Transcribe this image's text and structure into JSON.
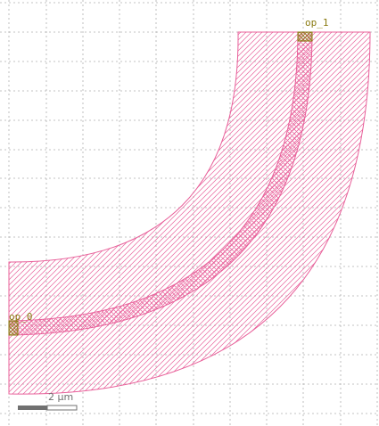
{
  "colors": {
    "background": "#ffffff",
    "grid": "#b0b0b0",
    "waveguide": "#e8609a",
    "port": "#8a7a10",
    "scale_bar": "#707070"
  },
  "ports": [
    {
      "name": "op_0"
    },
    {
      "name": "op_1"
    }
  ],
  "scale_bar": {
    "label": "2 µm"
  }
}
